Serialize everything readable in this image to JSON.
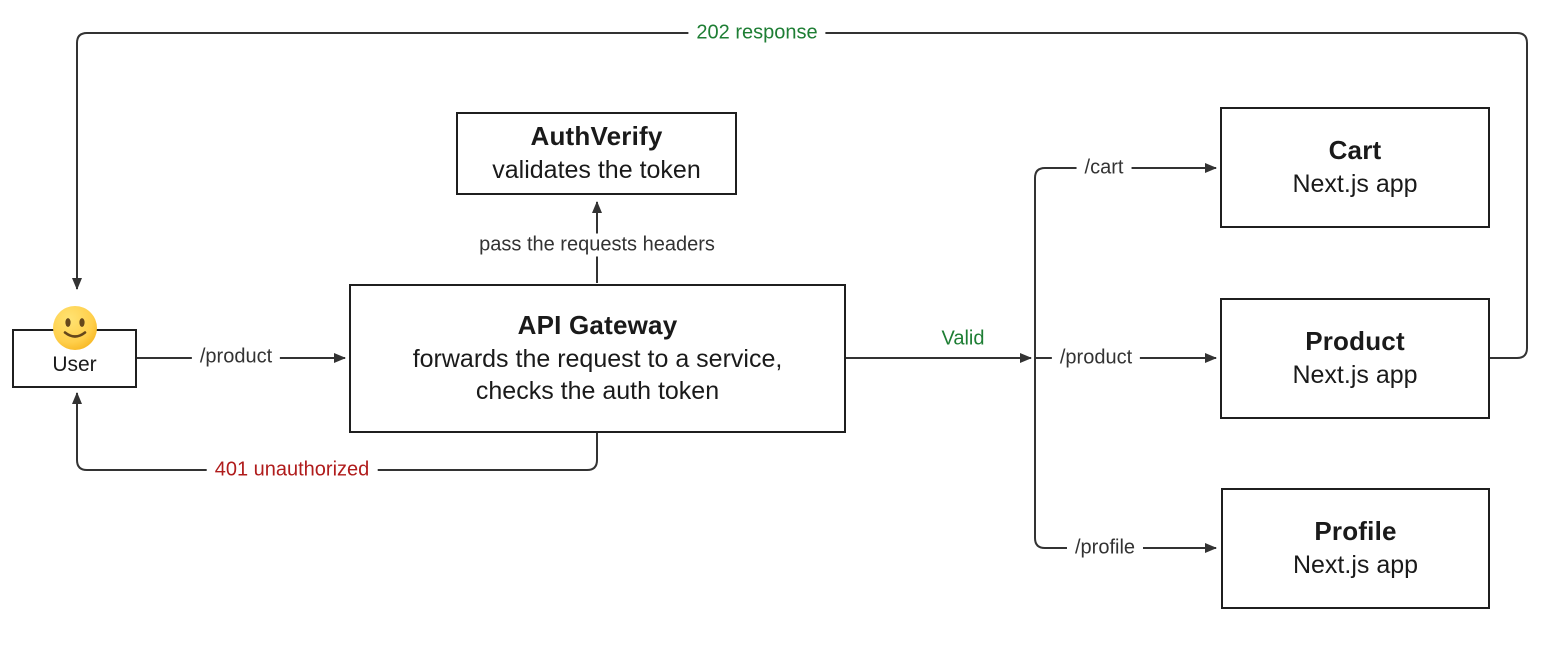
{
  "diagram": {
    "nodes": {
      "user": {
        "label": "User",
        "icon": "smiley-face"
      },
      "api_gateway": {
        "title": "API Gateway",
        "description_line1": "forwards the request to a service,",
        "description_line2": "checks the auth token"
      },
      "auth_verify": {
        "title": "AuthVerify",
        "subtitle": "validates the token"
      },
      "cart": {
        "title": "Cart",
        "subtitle": "Next.js app"
      },
      "product": {
        "title": "Product",
        "subtitle": "Next.js app"
      },
      "profile": {
        "title": "Profile",
        "subtitle": "Next.js app"
      }
    },
    "edge_labels": {
      "user_request": "/product",
      "pass_headers": "pass the requests headers",
      "valid": "Valid",
      "route_cart": "/cart",
      "route_product": "/product",
      "route_profile": "/profile",
      "unauthorized": "401 unauthorized",
      "response": "202 response"
    },
    "colors": {
      "line": "#333333",
      "node_border": "#1f1f1f",
      "text": "#1a1a1a",
      "success_text": "#1e7e34",
      "error_text": "#b01c1c",
      "background": "#ffffff",
      "emoji_face": "#ffc83d"
    }
  }
}
